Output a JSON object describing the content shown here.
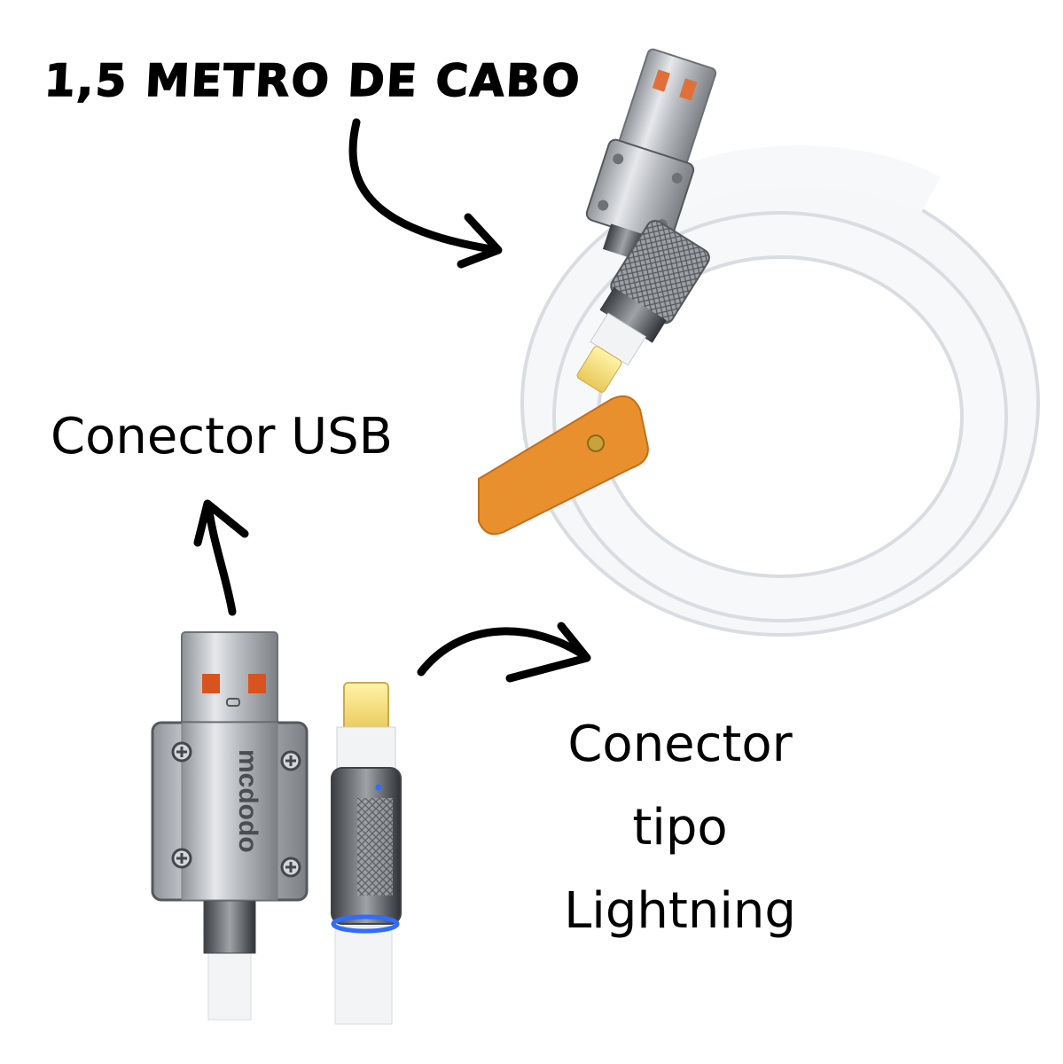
{
  "title": "1,5 METRO DE CABO",
  "labels": {
    "usb": "Conector USB",
    "lightning_line1": "Conector",
    "lightning_line2": "tipo",
    "lightning_line3": "Lightning"
  },
  "brand": "mcdodo",
  "colors": {
    "cable": "#f4f5f7",
    "strap": "#e8902e",
    "metal": "#b9bcc1",
    "contact": "#d9531e",
    "led": "#2f6cff"
  }
}
